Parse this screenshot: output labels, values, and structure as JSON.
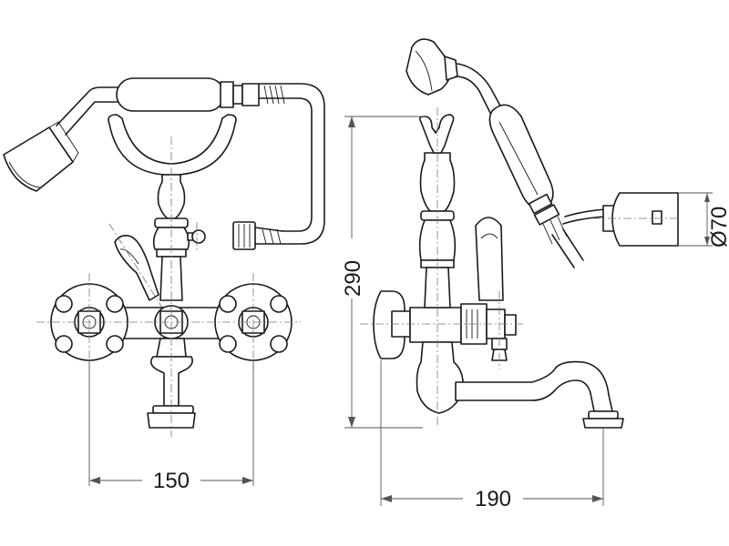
{
  "dimensions": {
    "width_spacing": "150",
    "height": "290",
    "depth": "190",
    "shower_head_diameter": "Ø70"
  },
  "colors": {
    "line": "#1a1a1a",
    "background": "#ffffff"
  }
}
